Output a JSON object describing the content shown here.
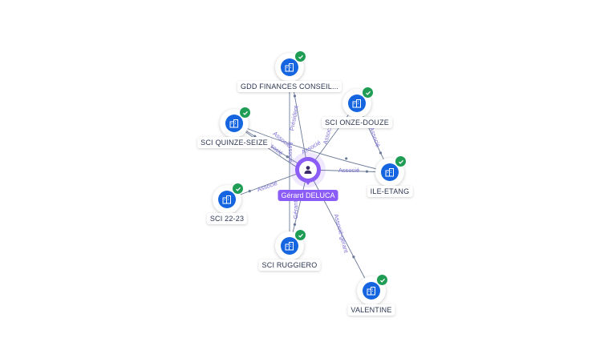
{
  "center": {
    "name": "Gérard DELUCA",
    "icon": "person-icon",
    "color": "#8b5cf6"
  },
  "nodes": [
    {
      "id": "gdd",
      "name": "GDD FINANCES CONSEIL...",
      "icon": "company-icon",
      "verified": true
    },
    {
      "id": "onze",
      "name": "SCI ONZE-DOUZE",
      "icon": "company-icon",
      "verified": true
    },
    {
      "id": "quinze",
      "name": "SCI QUINZE-SEIZE",
      "icon": "company-icon",
      "verified": true
    },
    {
      "id": "ile",
      "name": "ILE-ETANG",
      "icon": "company-icon",
      "verified": true
    },
    {
      "id": "s2223",
      "name": "SCI 22-23",
      "icon": "company-icon",
      "verified": true
    },
    {
      "id": "ruggiero",
      "name": "SCI RUGGIERO",
      "icon": "company-icon",
      "verified": true
    },
    {
      "id": "valentine",
      "name": "VALENTINE",
      "icon": "company-icon",
      "verified": true
    }
  ],
  "edges": [
    {
      "from": "center",
      "to": "gdd",
      "label": "Président"
    },
    {
      "from": "center",
      "to": "onze",
      "label": "Associé"
    },
    {
      "from": "center",
      "to": "quinze",
      "label": "Associé"
    },
    {
      "from": "center",
      "to": "ile",
      "label": "Associé"
    },
    {
      "from": "center",
      "to": "s2223",
      "label": "Associé"
    },
    {
      "from": "center",
      "to": "ruggiero",
      "label": "Gérant"
    },
    {
      "from": "center",
      "to": "valentine",
      "label": "Associé-gérant"
    },
    {
      "from": "gdd",
      "to": "ruggiero",
      "label": "Associé"
    },
    {
      "from": "onze",
      "to": "ile",
      "label": "Associé"
    },
    {
      "from": "quinze",
      "to": "ile",
      "label": "Associé"
    },
    {
      "from": "quinze",
      "to": "center",
      "label": "Associé"
    }
  ],
  "colors": {
    "edge": "#6b7a99",
    "edge_label": "#7b6fd6",
    "node": "#1565e0",
    "badge": "#1f9d55"
  }
}
